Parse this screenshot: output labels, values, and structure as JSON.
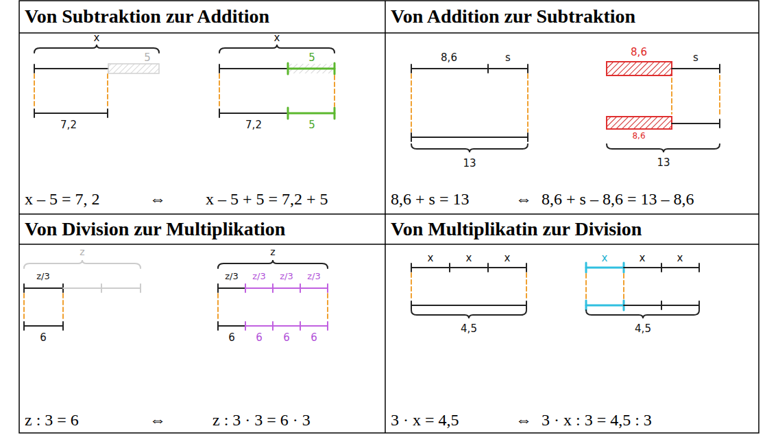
{
  "diagram": {
    "labels": [
      "Von Subtraktion zur Addition",
      "x",
      "5",
      "7,2",
      "x",
      "5",
      "7,2",
      "5",
      "x – 5 = 7, 2",
      "⇔",
      "x – 5 + 5 = 7,2 + 5",
      "Von Addition zur Subtraktion",
      "8,6",
      "s",
      "13",
      "8,6",
      "s",
      "8,6",
      "13",
      "8,6 + s = 13",
      "⇔",
      "8,6 + s – 8,6 = 13 – 8,6",
      "Von Division zur Multiplikation",
      "z",
      "z/3",
      "6",
      "z",
      "z/3",
      "z/3",
      "z/3",
      "z/3",
      "6",
      "6",
      "6",
      "6",
      "z : 3 = 6",
      "⇔",
      "z : 3 · 3 = 6 · 3",
      "Von Multiplikatin zur Division",
      "x",
      "x",
      "x",
      "4,5",
      "x",
      "x",
      "x",
      "4,5",
      "3 · x = 4,5",
      "⇔",
      "3 · x : 3 = 4,5 : 3"
    ]
  }
}
